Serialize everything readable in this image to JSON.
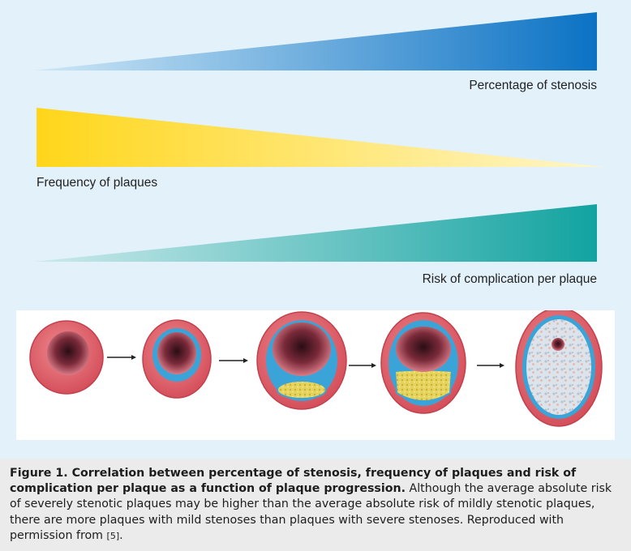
{
  "bars": {
    "stenosis": {
      "label": "Percentage of stenosis",
      "color_start": "#cfe8f7",
      "color_end": "#0b72c4",
      "direction": "increasing"
    },
    "frequency": {
      "label": "Frequency of plaques",
      "color_start": "#ffd61a",
      "color_end": "#fff6cc",
      "direction": "decreasing"
    },
    "risk": {
      "label": "Risk of complication per plaque",
      "color_start": "#cdeaec",
      "color_end": "#12a3a0",
      "direction": "increasing"
    }
  },
  "stages": {
    "count": 5,
    "arrow_icon": "arrow-right-icon",
    "colors": {
      "vessel_wall": "#d9505a",
      "lumen": "#5a1b2a",
      "plaque_cap": "#3aa3d8",
      "lipid_core": "#e2cf57"
    }
  },
  "caption": {
    "title": "Figure 1. Correlation between percentage of stenosis, frequency of plaques and risk of complication per plaque as a function of plaque progression.",
    "body": "Although the average absolute risk of severely stenotic plaques may be higher than the average absolute risk of mildly stenotic plaques, there are more plaques with mild stenoses than plaques with severe stenoses. Reproduced with permission from",
    "reference": "[5]",
    "end": "."
  }
}
